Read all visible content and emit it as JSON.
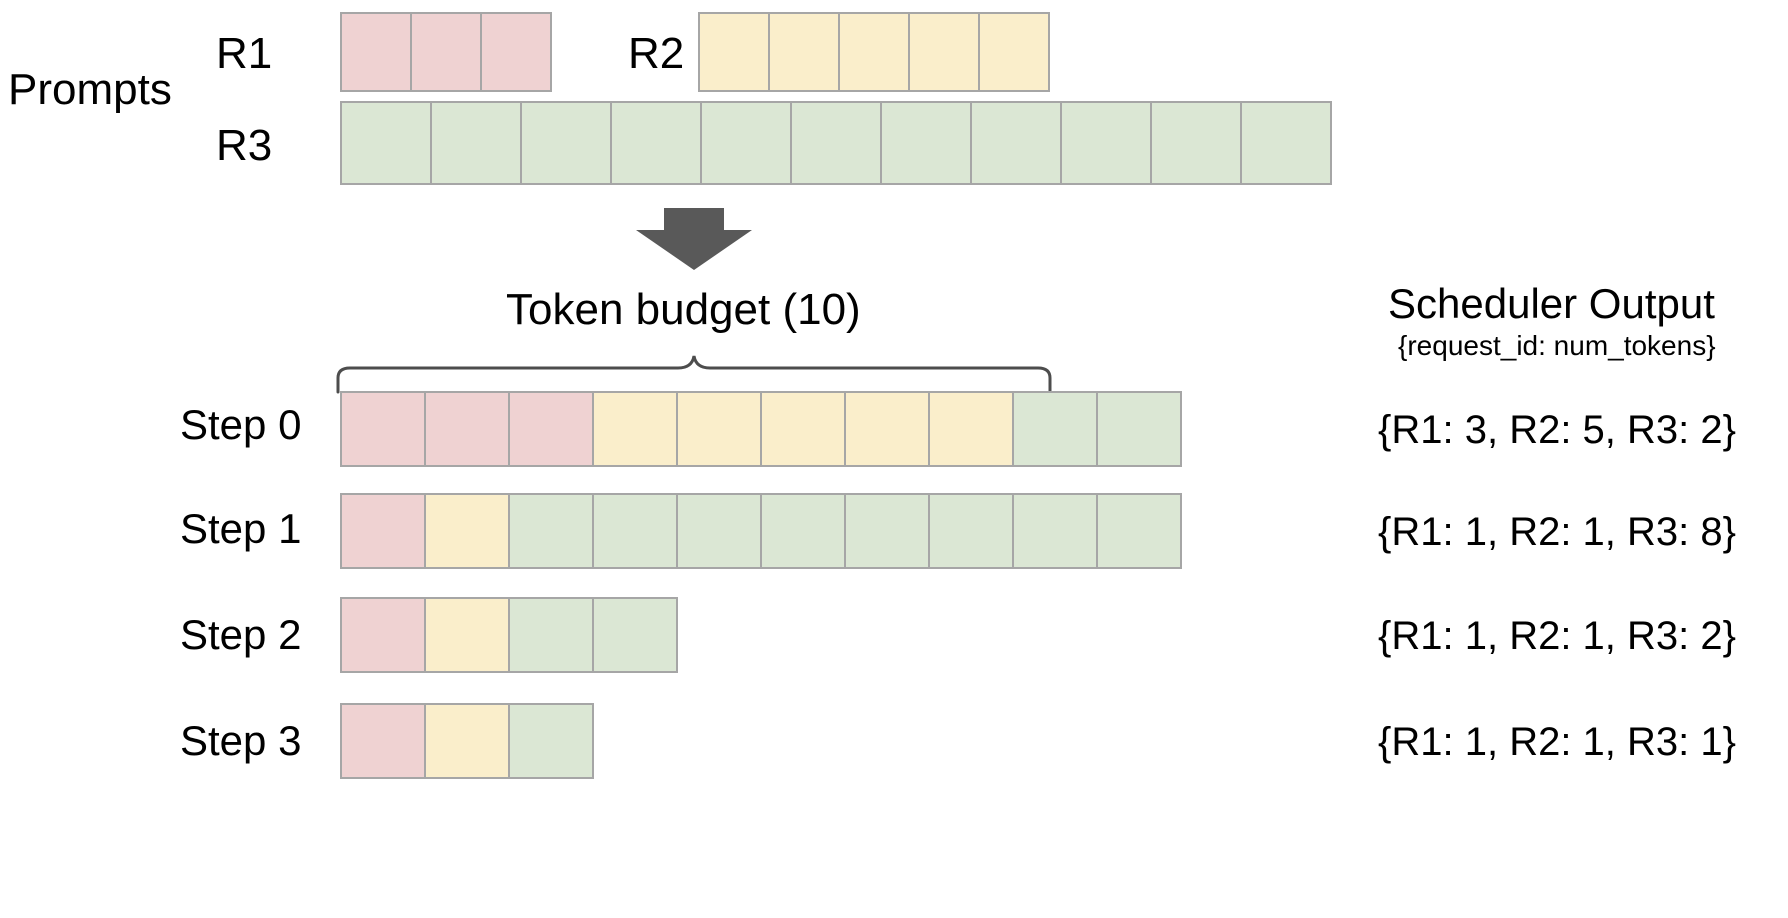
{
  "diagram": {
    "title_left": "Prompts",
    "budget_title": "Token  budget (10)",
    "arrow_icon": "down-arrow-icon",
    "brace_icon": "curly-brace-icon"
  },
  "prompts": {
    "section_label": "Prompts",
    "requests": [
      {
        "id": "R1",
        "label": "R1",
        "tokens": 3,
        "color": "#efd2d2"
      },
      {
        "id": "R2",
        "label": "R2",
        "tokens": 5,
        "color": "#faeecb"
      },
      {
        "id": "R3",
        "label": "R3",
        "tokens": 11,
        "color": "#dbe7d4"
      }
    ]
  },
  "scheduler": {
    "title": "Scheduler Output",
    "subtitle": "{request_id: num_tokens}",
    "steps": [
      {
        "label": "Step 0",
        "output": "{R1: 3, R2: 5, R3: 2}",
        "segments": [
          {
            "request": "R1",
            "count": 3,
            "color": "#efd2d2"
          },
          {
            "request": "R2",
            "count": 5,
            "color": "#faeecb"
          },
          {
            "request": "R3",
            "count": 2,
            "color": "#dbe7d4"
          }
        ]
      },
      {
        "label": "Step 1",
        "output": "{R1: 1, R2: 1, R3: 8}",
        "segments": [
          {
            "request": "R1",
            "count": 1,
            "color": "#efd2d2"
          },
          {
            "request": "R2",
            "count": 1,
            "color": "#faeecb"
          },
          {
            "request": "R3",
            "count": 8,
            "color": "#dbe7d4"
          }
        ]
      },
      {
        "label": "Step 2",
        "output": "{R1: 1, R2: 1, R3: 2}",
        "segments": [
          {
            "request": "R1",
            "count": 1,
            "color": "#efd2d2"
          },
          {
            "request": "R2",
            "count": 1,
            "color": "#faeecb"
          },
          {
            "request": "R3",
            "count": 2,
            "color": "#dbe7d4"
          }
        ]
      },
      {
        "label": "Step 3",
        "output": "{R1: 1, R2: 1, R3: 1}",
        "segments": [
          {
            "request": "R1",
            "count": 1,
            "color": "#efd2d2"
          },
          {
            "request": "R2",
            "count": 1,
            "color": "#faeecb"
          },
          {
            "request": "R3",
            "count": 1,
            "color": "#dbe7d4"
          }
        ]
      }
    ]
  },
  "colors": {
    "r1": "#efd2d2",
    "r2": "#faeecb",
    "r3": "#dbe7d4",
    "cell_border": "#a6a6a6",
    "arrow": "#595959",
    "brace": "#4d4d4d",
    "text": "#000000",
    "background": "#ffffff"
  }
}
